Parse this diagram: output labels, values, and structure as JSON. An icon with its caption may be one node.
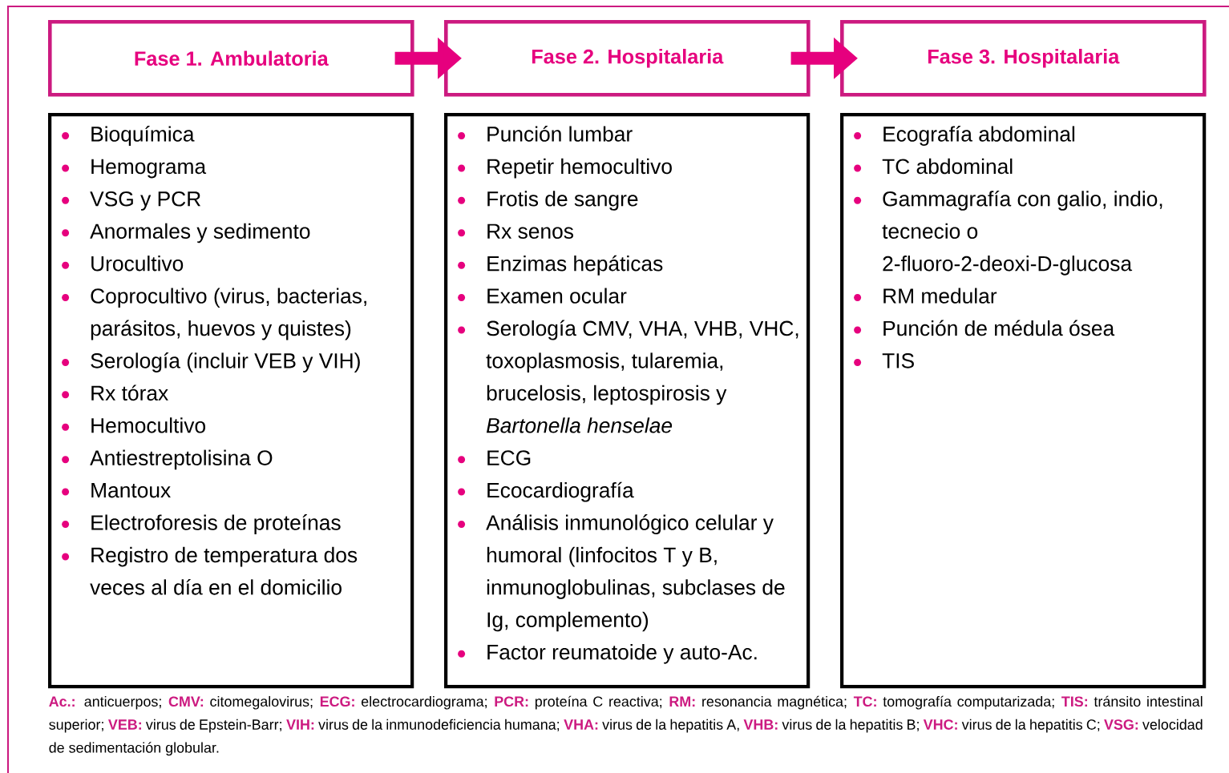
{
  "diagram": {
    "nodes": [
      {
        "text": [
          "Fase 1. Ambulatoria"
        ]
      },
      {
        "text": [
          "Fase 2. Hospitalaria"
        ]
      },
      {
        "text": [
          "Fase 3. Hospitalaria"
        ]
      },
      {
        "text": [
          "Bioquímica",
          "Hemograma",
          "VSG y PCR",
          "Anormales y sedimento",
          "Urocultivo",
          "Coprocultivo (virus, bacterias, parásitos, huevos y quistes)",
          "Serología (incluir VEB y VIH)",
          "Rx tórax",
          "Hemocultivo",
          "Antiestreptolisina O",
          "Mantoux",
          "Electroforesis de proteínas",
          "Registro de temperatura dos veces al día en el domicilio"
        ]
      },
      {
        "text": [
          "Punción lumbar",
          "Repetir hemocultivo",
          "Frotis de sangre",
          "Rx senos",
          "Enzimas hepáticas",
          "Examen ocular",
          "Serología CMV, VHA, VHB, VHC, toxoplasmosis, tularemia, brucelosis, leptospirosis y *Bartonella henselae*",
          "ECG",
          "Ecocardiografía",
          "Análisis inmunológico celular y humoral (linfocitos T y B, inmunoglobulinas, subclases de Ig, complemento)",
          "Factor reumatoide y auto-Ac."
        ]
      },
      {
        "text": [
          "Ecografía abdominal",
          "TC abdominal",
          "Gammagrafía con galio, indio, tecnecio o 2-fluoro-2-deoxi-D-glucosa",
          "RM medular",
          "Punción de médula ósea",
          "TIS"
        ]
      }
    ],
    "edges": [
      {
        "from": 0,
        "to": 1,
        "arrow": "to"
      },
      {
        "from": 1,
        "to": 2,
        "arrow": "to"
      }
    ],
    "labels": [
      "**Ac.:** anticuerpos; **CMV:** citomegalovirus; **ECG:** electrocardiograma; **PCR:** proteína C reactiva; **RM:** resonancia magnética; **TC:** tomografía computarizada; **TIS:** tránsito intestinal superior; **VEB:** virus de Epstein-Barr; **VIH:** virus de la inmunodeficiencia humana; **VHA:** virus de la hepatitis A, **VHB:** virus de la hepatitis B; **VHC:** virus de la hepatitis C; **VSG:** velocidad de sedimentación globular."
    ]
  }
}
